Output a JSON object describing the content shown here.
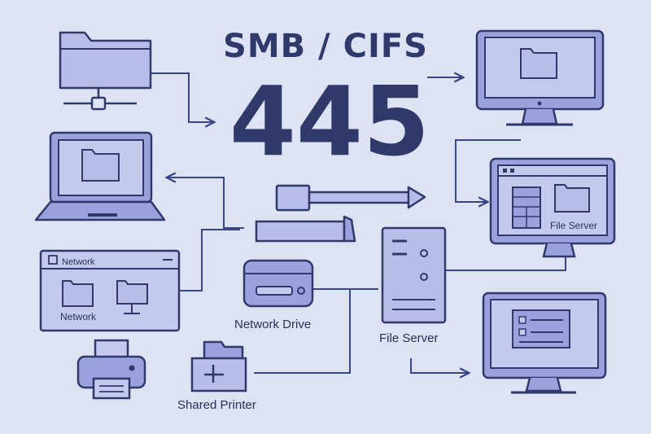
{
  "title": {
    "protocol": "SMB / CIFS",
    "port": "445"
  },
  "labels": {
    "network_window_title": "Network",
    "network_folder": "Network",
    "network_drive": "Network Drive",
    "file_server": "File Server",
    "file_server_monitor": "File Server",
    "shared_printer": "Shared Printer"
  },
  "colors": {
    "background": "#dde3f3",
    "stroke": "#2f3a6b",
    "fill_light": "#b7bde8",
    "fill_mid": "#9aa1dc",
    "accent": "#4a55a2"
  },
  "icons": [
    "network-folder-icon",
    "desktop-monitor-icon",
    "laptop-icon",
    "file-server-monitor-icon",
    "network-window-icon",
    "network-drive-icon",
    "file-server-tower-icon",
    "monitor-window-icon",
    "printer-icon",
    "shared-folder-icon",
    "arrow-right-icon",
    "arrow-left-icon"
  ]
}
